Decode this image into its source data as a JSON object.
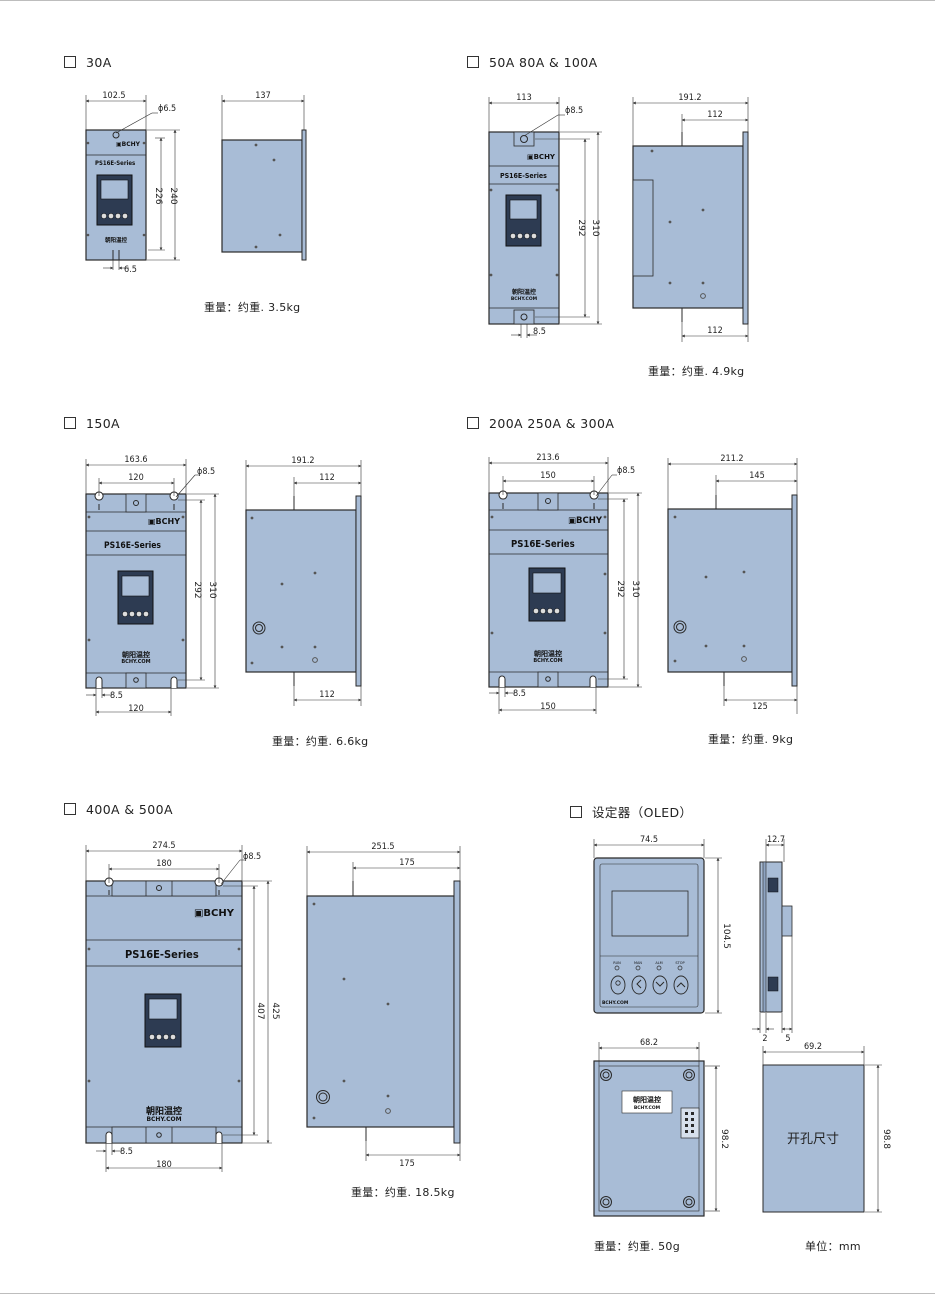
{
  "sections": {
    "s30": {
      "title": "30A",
      "weight": "重量：约重. 3.5kg"
    },
    "s50": {
      "title": "50A  80A & 100A",
      "weight": "重量：约重. 4.9kg"
    },
    "s150": {
      "title": "150A",
      "weight": "重量：约重. 6.6kg"
    },
    "s200": {
      "title": "200A  250A & 300A",
      "weight": "重量：约重. 9kg"
    },
    "s400": {
      "title": "400A & 500A",
      "weight": "重量：约重. 18.5kg"
    },
    "soled": {
      "title": "设定器（OLED）",
      "weight": "重量：约重. 50g"
    }
  },
  "unit": "单位：mm",
  "cutout_label": "开孔尺寸",
  "device": {
    "brand": "BCHY",
    "series": "PS16E-Series",
    "maker_cn": "朝阳温控",
    "website": "BCHY.COM",
    "led_labels": [
      "RUN",
      "MAN",
      "ALM",
      "STOP"
    ]
  },
  "dims": {
    "s30": {
      "front_w": "102.5",
      "hole": "ϕ6.5",
      "h_inner": "226",
      "h_outer": "240",
      "slot": "6.5",
      "side_d": "137"
    },
    "s50": {
      "front_w": "113",
      "hole": "ϕ8.5",
      "h_inner": "292",
      "h_outer": "310",
      "slot": "8.5",
      "side_d": "191.2",
      "side_mount_top": "112",
      "side_mount_bot": "112"
    },
    "s150": {
      "front_w": "163.6",
      "mount_w_top": "120",
      "hole": "ϕ8.5",
      "h_inner": "292",
      "h_outer": "310",
      "slot": "8.5",
      "mount_w_bot": "120",
      "side_d": "191.2",
      "side_mount_top": "112",
      "side_mount_bot": "112"
    },
    "s200": {
      "front_w": "213.6",
      "mount_w_top": "150",
      "hole": "ϕ8.5",
      "h_inner": "292",
      "h_outer": "310",
      "slot": "8.5",
      "mount_w_bot": "150",
      "side_d": "211.2",
      "side_mount_top": "145",
      "side_mount_bot": "125"
    },
    "s400": {
      "front_w": "274.5",
      "mount_w_top": "180",
      "hole": "ϕ8.5",
      "h_inner": "407",
      "h_outer": "425",
      "slot": "8.5",
      "mount_w_bot": "180",
      "side_d": "251.5",
      "side_mount_top": "175",
      "side_mount_bot": "175"
    },
    "oled": {
      "front_w": "74.5",
      "front_h": "104.5",
      "side_w": "12.7",
      "side_a": "2",
      "side_b": "5",
      "back_w": "68.2",
      "back_h": "98.2",
      "cut_w": "69.2",
      "cut_h": "98.8"
    }
  },
  "colors": {
    "body": "#a8bcd6",
    "outline": "#2a2a2a",
    "dimline": "#333333"
  }
}
